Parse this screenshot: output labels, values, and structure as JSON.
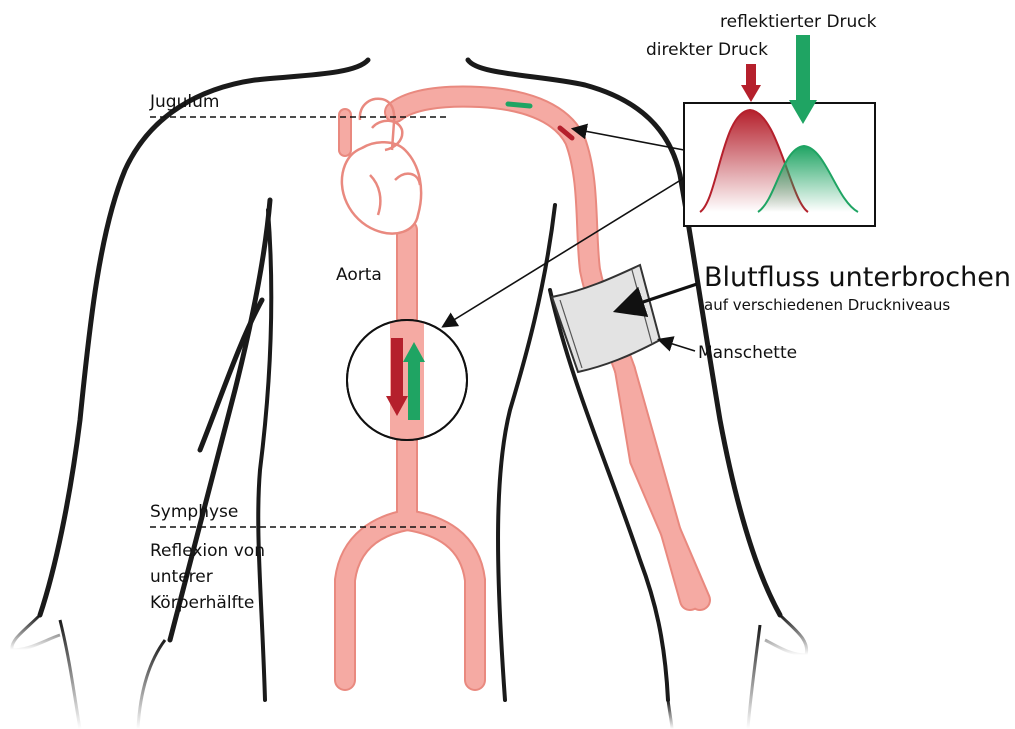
{
  "labels": {
    "jugulum": "Jugulum",
    "aorta": "Aorta",
    "symphyse": "Symphyse",
    "reflexion_line1": "Reflexion von",
    "reflexion_line2": "unterer",
    "reflexion_line3": "Körperhälfte",
    "direkter_druck": "direkter Druck",
    "reflektierter_druck": "reflektierter Druck",
    "blutfluss_title": "Blutfluss unterbrochen",
    "blutfluss_sub": "auf verschiedenen Druckniveaus",
    "manschette": "Manschette"
  },
  "colors": {
    "artery": "#f5aaa3",
    "artery_outline": "#e9897f",
    "direct_red": "#b5202c",
    "reflected_green": "#1fa463",
    "cuff_fill": "#e3e3e3",
    "body_outline": "#1a1a1a"
  }
}
